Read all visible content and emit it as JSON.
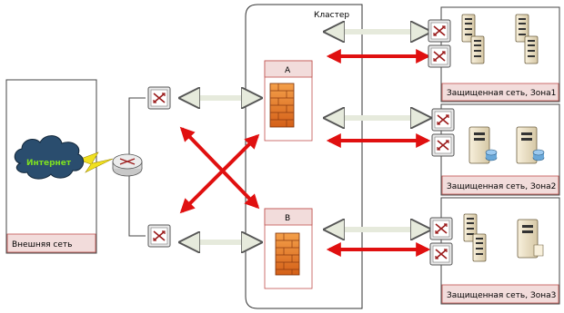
{
  "labels": {
    "cluster": "Кластер",
    "node_a": "А",
    "node_b": "В",
    "internet": "Интернет",
    "external": "Внешняя сеть",
    "zone1": "Защищенная сеть, Зона1",
    "zone2": "Защищенная сеть, Зона2",
    "zone3": "Защищенная сеть, Зона3"
  },
  "colors": {
    "red_link": "#e01010",
    "gray_link": "#e6eadc",
    "label_band": "#f2dcdb",
    "label_band_border": "#c0504d",
    "cloud": "#2a4d6e",
    "internet_text": "#7ee020",
    "lightning": "#f0e020"
  },
  "icons": [
    "switch-icon",
    "router-icon",
    "firewall-icon",
    "server-icon",
    "cloud-icon",
    "lightning-icon"
  ]
}
